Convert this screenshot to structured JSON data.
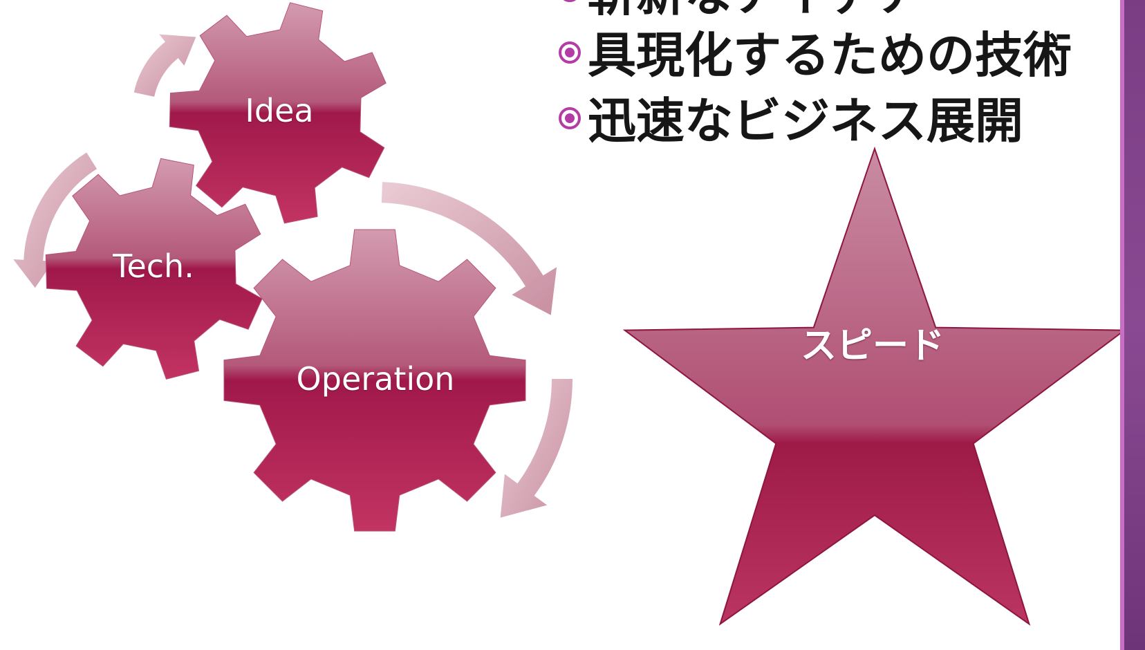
{
  "bullets": [
    {
      "text": "斬新なアイデア"
    },
    {
      "text": "具現化するための技術"
    },
    {
      "text": "迅速なビジネス展開"
    }
  ],
  "gears": {
    "idea": {
      "label": "Idea"
    },
    "tech": {
      "label": "Tech."
    },
    "operation": {
      "label": "Operation"
    }
  },
  "star": {
    "label": "スピード"
  },
  "colors": {
    "gear_top": "#c98da2",
    "gear_mid": "#a41a4a",
    "gear_bottom": "#c0335f",
    "arrow": "#d9a8b6",
    "bullet_marker": "#b43ca6",
    "right_band": "#7a3d84",
    "text": "#161616"
  },
  "icons": [
    "gear-icon",
    "cycle-arrow-icon",
    "star-icon",
    "bullet-marker-icon"
  ]
}
